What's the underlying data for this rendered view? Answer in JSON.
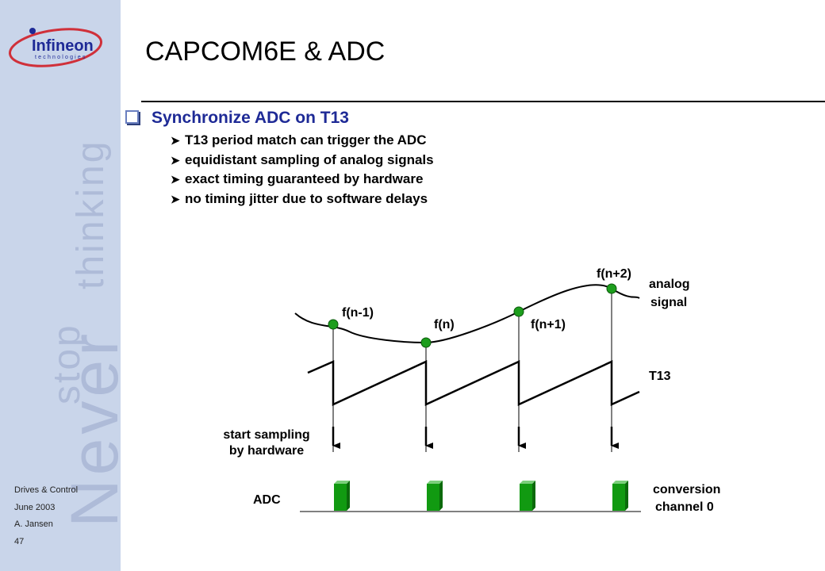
{
  "brand": {
    "logo_text": "Infineon",
    "logo_subtext": "technologies",
    "watermark_word1": "Never",
    "watermark_word2": "stop",
    "watermark_word3": "thinking"
  },
  "footer": {
    "line1": "Drives & Control",
    "line2": "June 2003",
    "line3": "A. Jansen",
    "page": "47"
  },
  "slide": {
    "title": "CAPCOM6E & ADC",
    "bullet": "Synchronize ADC on T13",
    "subbullets": [
      "T13 period match can trigger the ADC",
      "equidistant sampling of analog signals",
      "exact timing guaranteed by hardware",
      "no timing jitter due to software delays"
    ]
  },
  "diagram": {
    "sample_labels": [
      "f(n-1)",
      "f(n)",
      "f(n+1)",
      "f(n+2)"
    ],
    "analog_label_1": "analog",
    "analog_label_2": "signal",
    "timer_label": "T13",
    "start_label_1": "start sampling",
    "start_label_2": "by hardware",
    "adc_label": "ADC",
    "conversion_label_1": "conversion",
    "conversion_label_2": "channel 0",
    "colors": {
      "sample_dot": "#1d9e1d",
      "conversion_block": "#119a11",
      "line": "#000000"
    }
  }
}
